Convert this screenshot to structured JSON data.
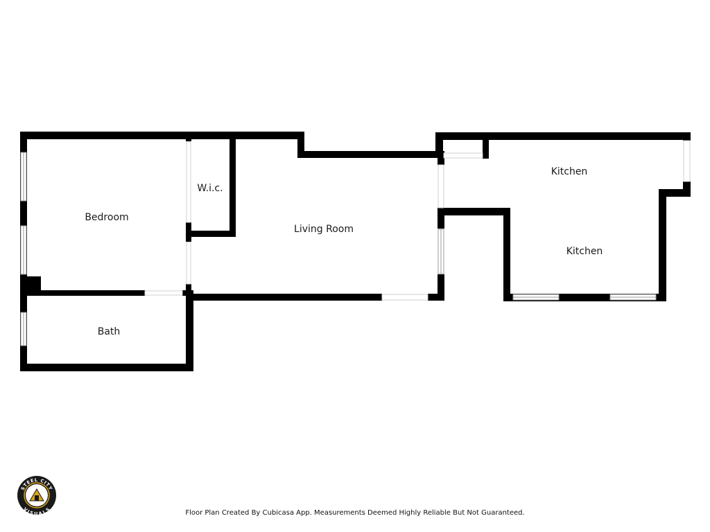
{
  "rooms": {
    "bedroom": "Bedroom",
    "wic": "W.i.c.",
    "living_room": "Living Room",
    "kitchen_upper": "Kitchen",
    "kitchen_lower": "Kitchen",
    "bath": "Bath"
  },
  "footer": {
    "note": "Floor Plan Created By Cubicasa App. Measurements Deemed Highly Reliable But Not Guaranteed."
  },
  "logo": {
    "top_text": "STEEL CITY",
    "bottom_text": "VISUALS",
    "ring_color": "#1a1a1a",
    "accent_color": "#d9a21b"
  },
  "colors": {
    "wall": "#000000",
    "opening": "#ffffff",
    "window_frame": "#9a9a9a"
  }
}
